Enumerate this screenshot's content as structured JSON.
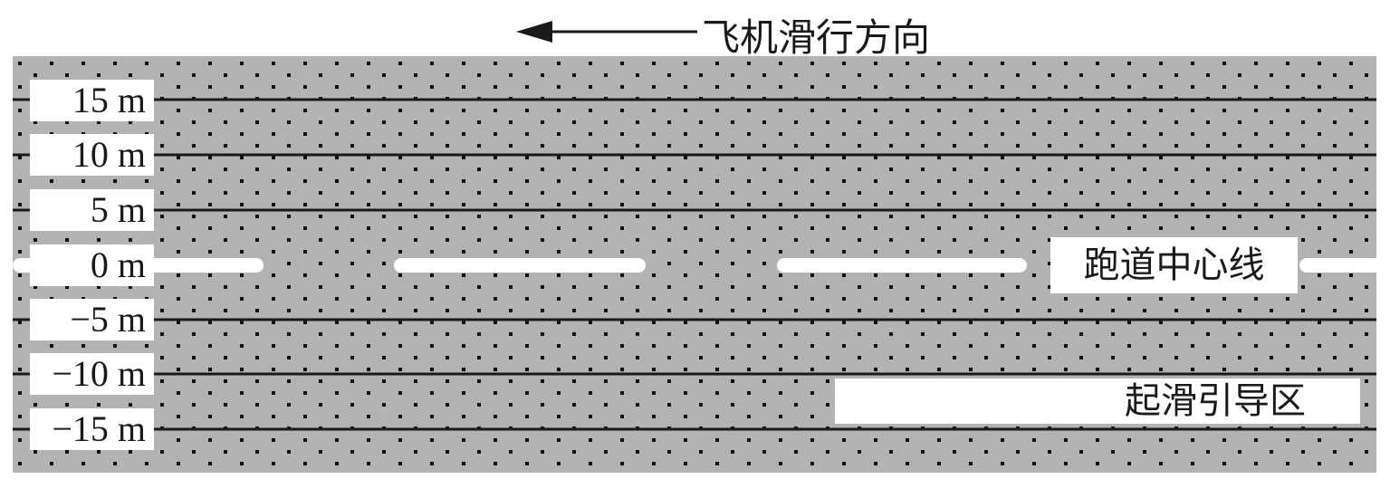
{
  "title": "飞机滑行方向",
  "direction_arrow": "left-arrow",
  "y_labels": [
    "15 m",
    "10 m",
    "5 m",
    "0 m",
    "−5 m",
    "−10 m",
    "−15 m"
  ],
  "centerline_label": "跑道中心线",
  "guide_zone_label": "起滑引导区",
  "colors": {
    "runway": "#b3b3b3",
    "dots": "#111111",
    "lines": "#1a1a1a",
    "markings": "#ffffff"
  }
}
